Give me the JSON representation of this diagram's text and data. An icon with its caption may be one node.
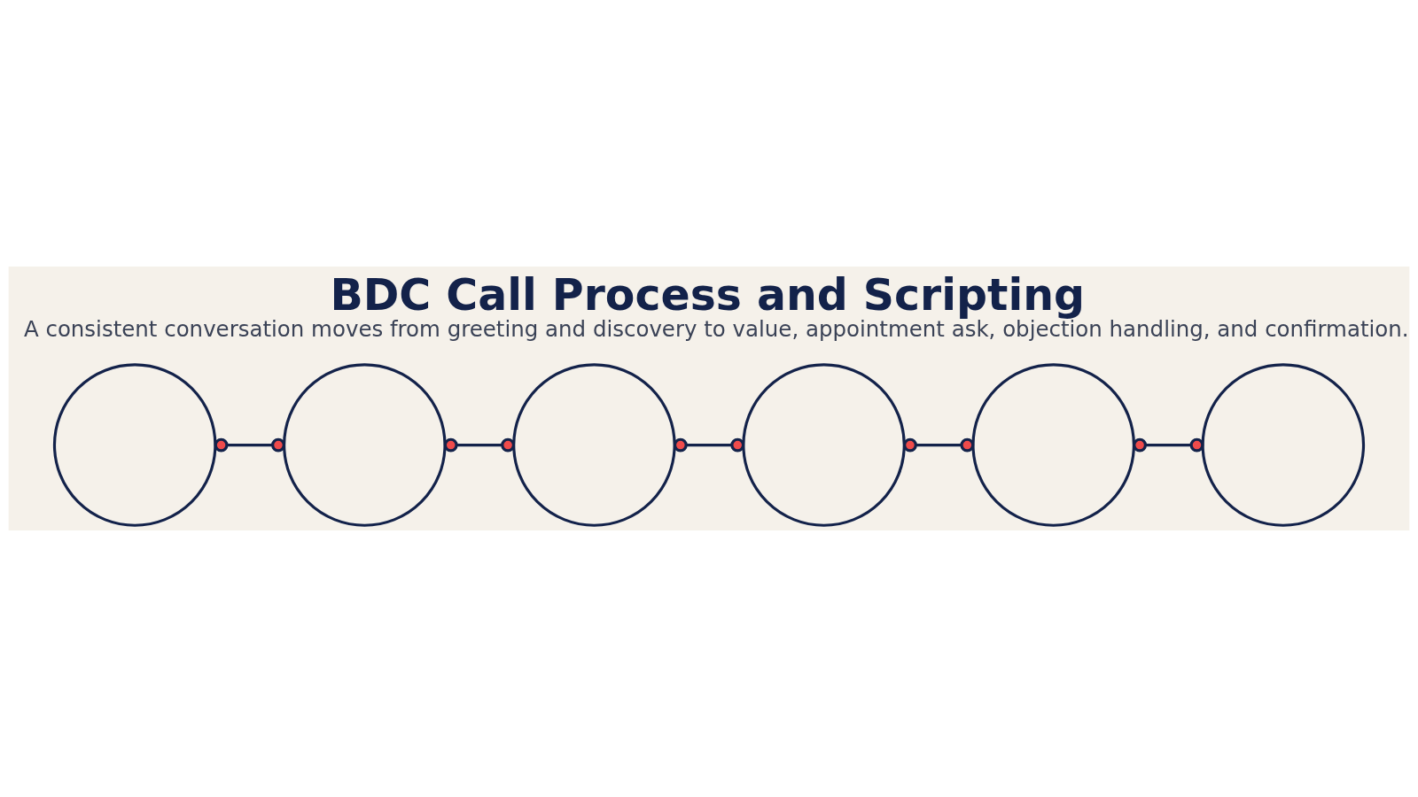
{
  "diagram": {
    "title": "BDC Call Process and Scripting",
    "caption": "A consistent conversation moves from greeting and discovery to value, appointment ask, objection handling, and confirmation.",
    "nodes": [
      {
        "text": [],
        "shape": "circle"
      },
      {
        "text": [],
        "shape": "circle"
      },
      {
        "text": [],
        "shape": "circle"
      },
      {
        "text": [],
        "shape": "circle"
      },
      {
        "text": [],
        "shape": "circle"
      },
      {
        "text": [],
        "shape": "circle"
      }
    ],
    "edges": [
      {
        "from": 0,
        "to": 1,
        "arrow": "other"
      },
      {
        "from": 1,
        "to": 2,
        "arrow": "other"
      },
      {
        "from": 2,
        "to": 3,
        "arrow": "other"
      },
      {
        "from": 3,
        "to": 4,
        "arrow": "other"
      },
      {
        "from": 4,
        "to": 5,
        "arrow": "other"
      }
    ]
  }
}
